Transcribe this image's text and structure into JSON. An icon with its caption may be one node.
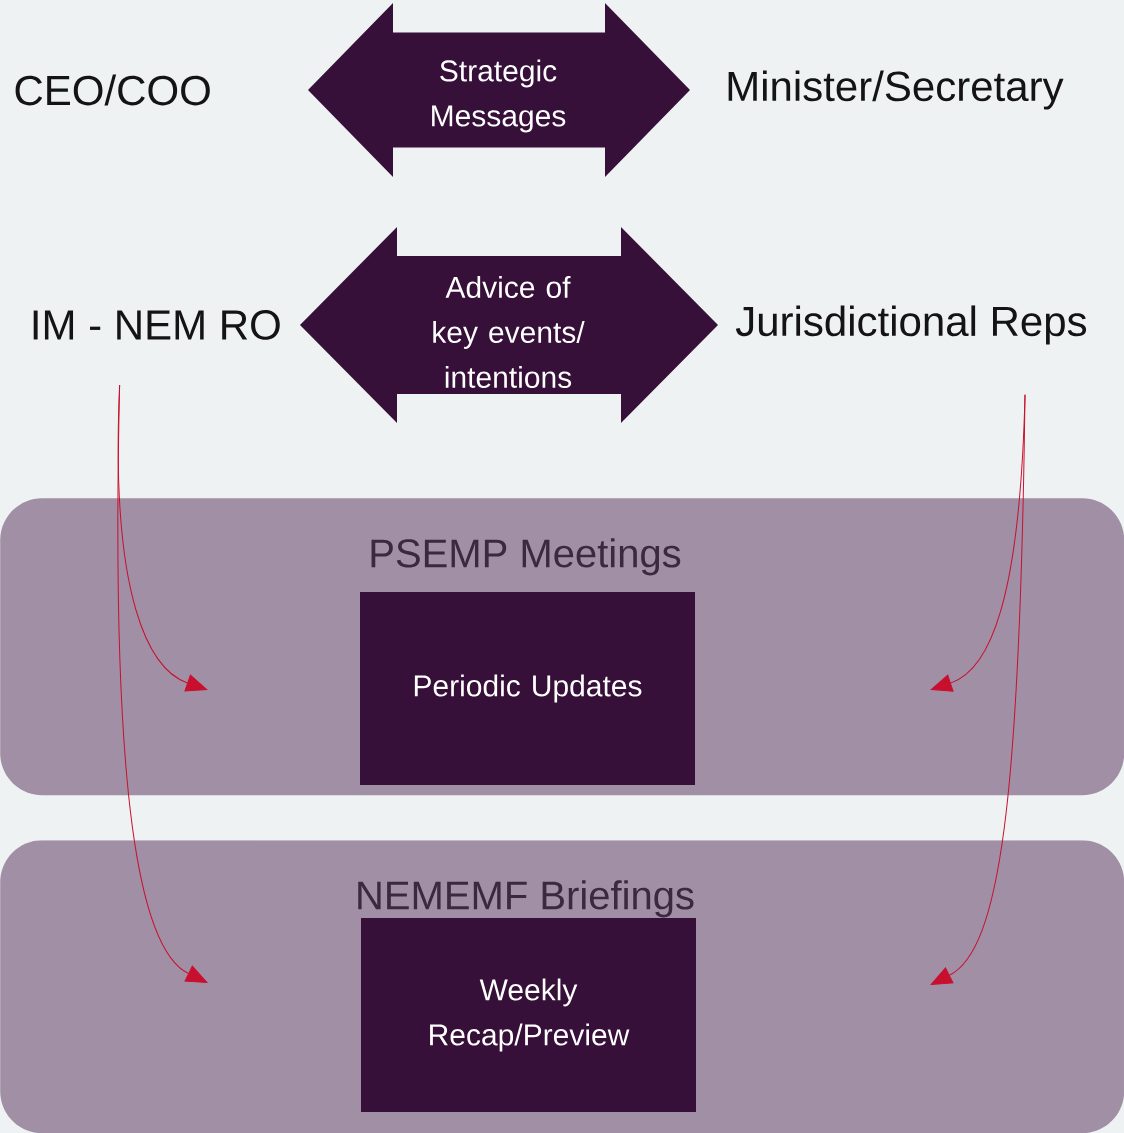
{
  "diagram": {
    "nodes": [
      {
        "text": [
          "CEO/COO"
        ]
      },
      {
        "text": [
          "Minister/Secretary"
        ]
      },
      {
        "text": [
          "IM - NEM RO"
        ]
      },
      {
        "text": [
          "Jurisdictional Reps"
        ]
      },
      {
        "text": [
          "PSEMP Meetings"
        ]
      },
      {
        "text": [
          "Periodic Updates"
        ],
        "in": 4
      },
      {
        "text": [
          "NEMEMF Briefings"
        ]
      },
      {
        "text": [
          "Weekly Recap/Preview"
        ],
        "in": 6
      }
    ],
    "edges": [
      {
        "from": 0,
        "to": 1,
        "arrow": "both",
        "label": "Strategic Messages",
        "style": "thick",
        "color": "#37103a"
      },
      {
        "from": 2,
        "to": 3,
        "arrow": "both",
        "label": "Advice of key events/ intentions",
        "style": "thick",
        "color": "#37103a"
      },
      {
        "from": 2,
        "to": null,
        "arrow": "to"
      },
      {
        "from": 2,
        "to": null,
        "arrow": "to"
      },
      {
        "from": 3,
        "to": null,
        "arrow": "to"
      },
      {
        "from": 3,
        "to": null,
        "arrow": "to"
      }
    ]
  }
}
